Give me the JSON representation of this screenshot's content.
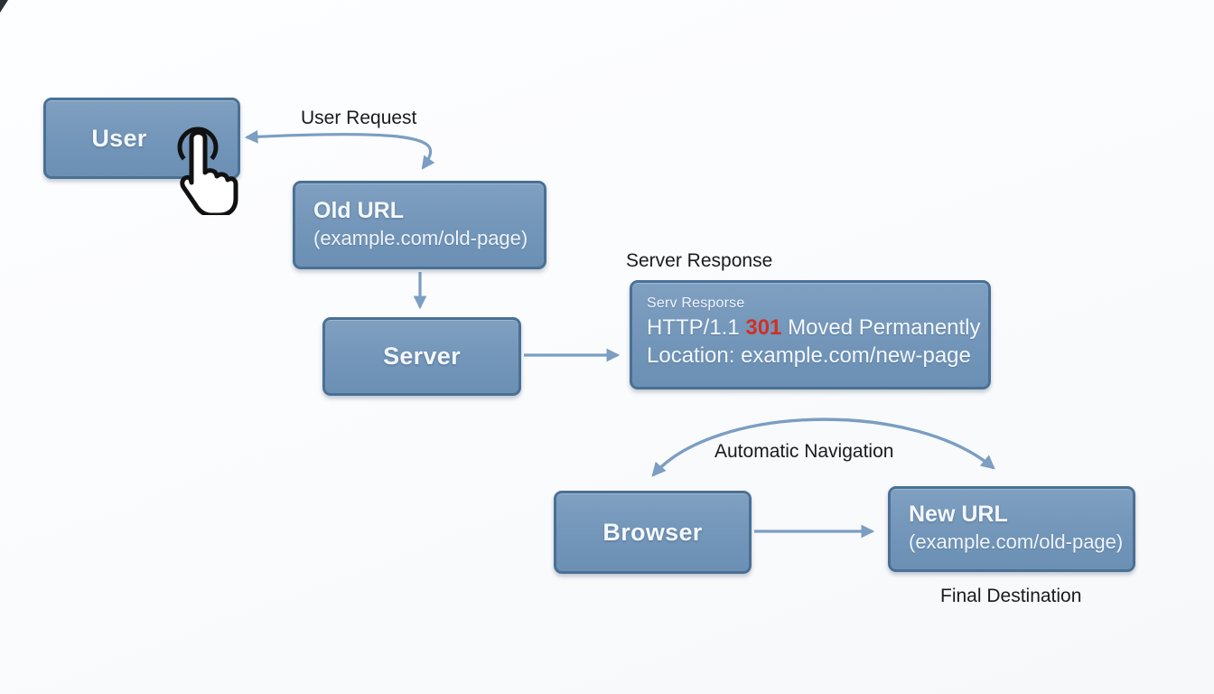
{
  "nodes": {
    "user": {
      "label": "User"
    },
    "old_url": {
      "title": "Old URL",
      "subtitle": "(example.com/old-page)"
    },
    "server": {
      "label": "Server"
    },
    "server_response": {
      "header": "Serv Resporse",
      "line1_prefix": "HTTP/1.1 ",
      "line1_code": "301",
      "line1_suffix": " Moved Permanently",
      "line2": "Location: example.com/new-page"
    },
    "browser": {
      "label": "Browser"
    },
    "new_url": {
      "title": "New URL",
      "subtitle": "(example.com/old-page)"
    }
  },
  "labels": {
    "user_request": "User Request",
    "server_response": "Server Response",
    "automatic_navigation": "Automatic Navigation",
    "final_destination": "Final Destination"
  },
  "colors": {
    "box_fill_top": "#80a0c1",
    "box_fill_bottom": "#6b90b4",
    "box_border": "#4a7095",
    "arrow": "#7b9ec2",
    "status_code_red": "#d03026",
    "box_text": "#f4f8fc",
    "label_text": "#1b1b1d"
  },
  "icons": {
    "tap": "tap-hand-icon"
  }
}
